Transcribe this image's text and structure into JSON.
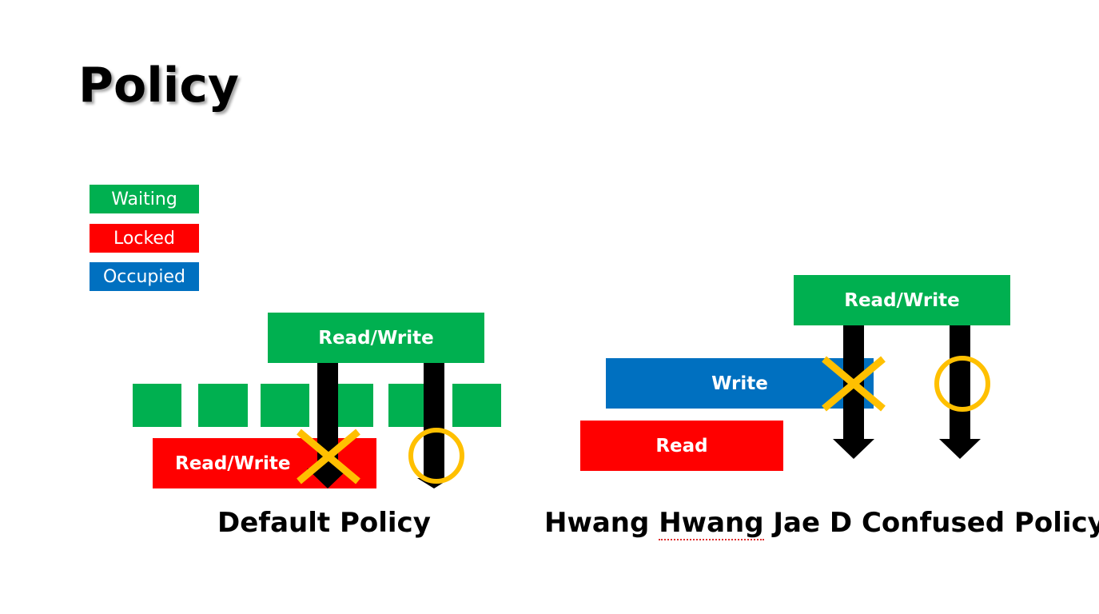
{
  "title": "Policy",
  "colors": {
    "waiting": "#00b050",
    "locked": "#ff0000",
    "occupied": "#0070c0",
    "arrow": "#000000",
    "mark": "#ffc000"
  },
  "legend": {
    "waiting": "Waiting",
    "locked": "Locked",
    "occupied": "Occupied"
  },
  "default_policy": {
    "request_label": "Read/Write",
    "locked_label": "Read/Write",
    "caption": "Default Policy",
    "marks": [
      "x-mark-icon",
      "circle-mark-icon"
    ]
  },
  "confused_policy": {
    "request_label": "Read/Write",
    "occupied_label": "Write",
    "read_label": "Read",
    "caption_part1": "Hwang ",
    "caption_part2": "Hwang",
    "caption_part3": " Jae D Confused Policy",
    "marks": [
      "x-mark-icon",
      "circle-mark-icon"
    ]
  }
}
